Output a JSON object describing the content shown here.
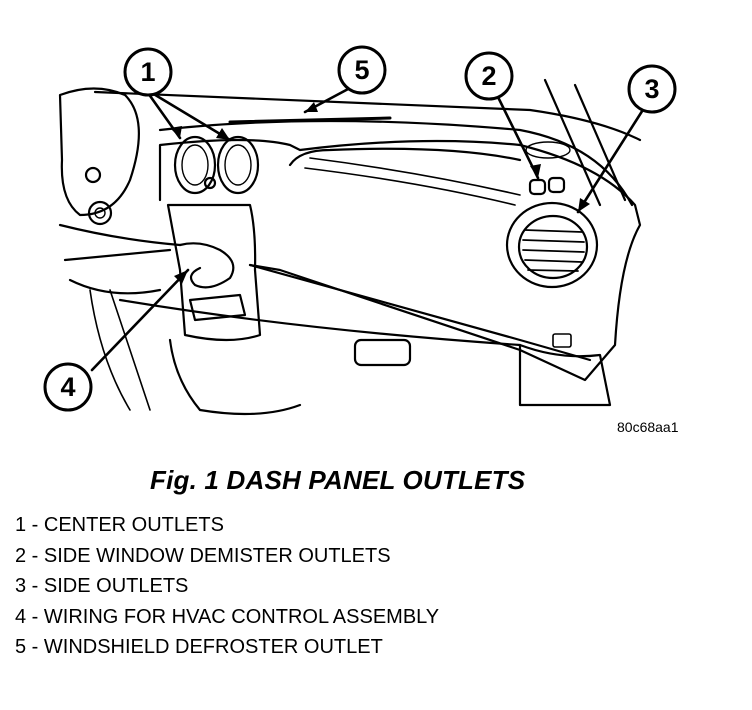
{
  "drawing_id": "80c68aa1",
  "caption": "Fig. 1 DASH PANEL OUTLETS",
  "callouts": [
    {
      "number": "1"
    },
    {
      "number": "5"
    },
    {
      "number": "2"
    },
    {
      "number": "3"
    },
    {
      "number": "4"
    }
  ],
  "legend": [
    "1 - CENTER OUTLETS",
    "2 - SIDE WINDOW DEMISTER OUTLETS",
    "3 - SIDE OUTLETS",
    "4 - WIRING FOR HVAC CONTROL ASSEMBLY",
    "5 - WINDSHIELD DEFROSTER OUTLET"
  ]
}
